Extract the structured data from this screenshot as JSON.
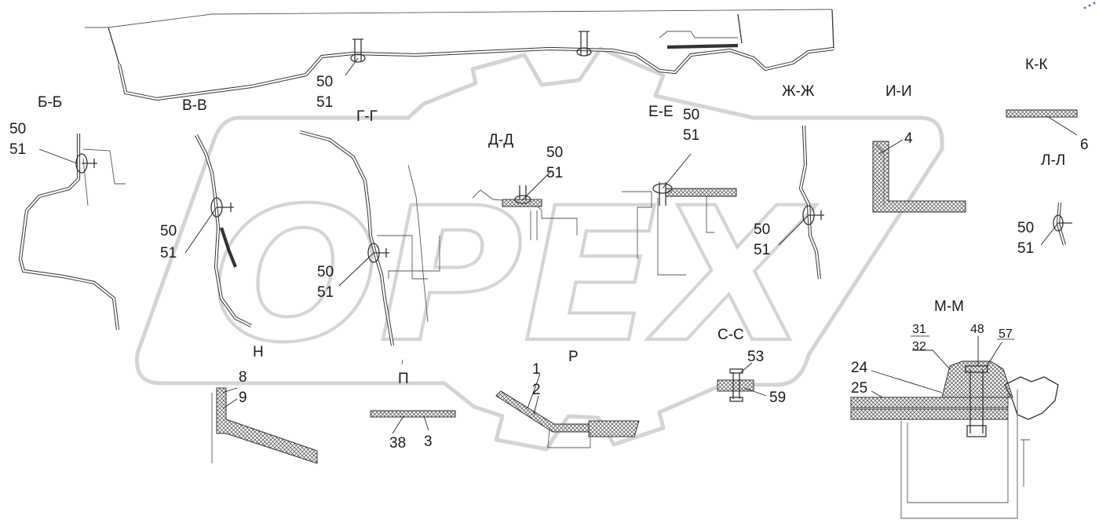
{
  "watermark": {
    "text": "OPEX",
    "color": "#d4d4d4"
  },
  "colors": {
    "line": "#333333",
    "text": "#1a1a1a",
    "background": "#ffffff"
  },
  "sections": {
    "bb": "Б-Б",
    "vv": "В-В",
    "gg": "Г-Г",
    "dd": "Д-Д",
    "ee": "Е-Е",
    "zhzh": "Ж-Ж",
    "ii": "И-И",
    "kk": "К-К",
    "ll": "Л-Л",
    "mm": "М-М",
    "n": "Н",
    "p": "П",
    "r": "Р",
    "ss": "С-С"
  },
  "labels": {
    "n50": "50",
    "n51": "51",
    "n4": "4",
    "n6": "6",
    "n8": "8",
    "n9": "9",
    "n38": "38",
    "n3": "3",
    "n1": "1",
    "n2": "2",
    "n53": "53",
    "n59": "59",
    "n24": "24",
    "n25": "25",
    "n31": "31",
    "n32": "32",
    "n48": "48",
    "n57": "57"
  }
}
